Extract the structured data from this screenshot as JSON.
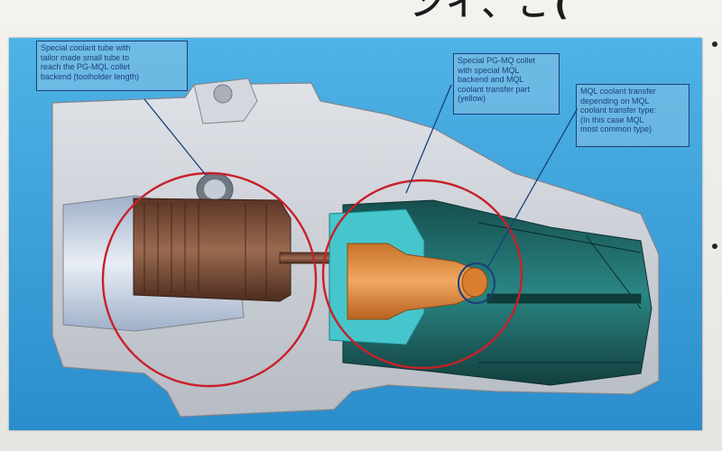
{
  "slide": {
    "title_fragment": "ンイ、ご(",
    "colors": {
      "background": "#39a0d6",
      "body_metal": "#c9cdd4",
      "collet_teal": "#1f6e6b",
      "cyan_part": "#45c6cc",
      "copper_tube": "#7a4a32",
      "orange_part": "#e08a3a",
      "highlight_red": "#c8202a",
      "callout_text": "#1c3f7a"
    }
  },
  "callouts": [
    {
      "id": "tube",
      "text": "Special coolant tube with\ntailor made small tube to\nreach the PG-MQL collet\nbackend (toolholder length)"
    },
    {
      "id": "collet",
      "text": "Special PG-MQ collet\nwith special MQL\nbackend and MQL\ncoolant transfer part\n(yellow)"
    },
    {
      "id": "transfer",
      "text": "MQL coolant transfer\ndepending on MQL\ncoolant transfer type:\n(In this case MQL\nmost common type)"
    }
  ]
}
